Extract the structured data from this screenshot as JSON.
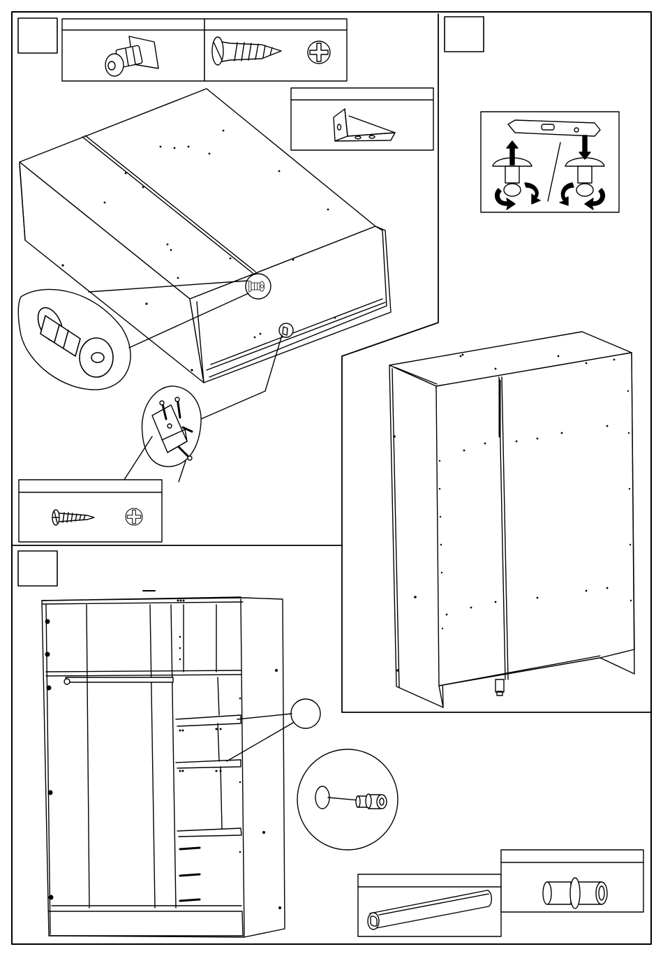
{
  "sheet": {
    "steps": [
      {
        "id": "step-1",
        "label": ""
      },
      {
        "id": "step-2",
        "label": ""
      },
      {
        "id": "step-3",
        "label": ""
      }
    ],
    "part_boxes": [
      {
        "id": "part-adjustable-foot",
        "label": ""
      },
      {
        "id": "part-countersunk-screw",
        "label": ""
      },
      {
        "id": "part-angle-bracket",
        "label": ""
      },
      {
        "id": "part-wood-screw",
        "label": ""
      },
      {
        "id": "part-hanging-rail",
        "label": ""
      },
      {
        "id": "part-shelf-pin",
        "label": ""
      }
    ],
    "colors": {
      "line": "#000000",
      "paper": "#ffffff"
    },
    "icons": [
      "phillips-head-icon",
      "arrow-up-icon",
      "arrow-down-icon",
      "rotate-icon",
      "spirit-level-icon"
    ]
  }
}
